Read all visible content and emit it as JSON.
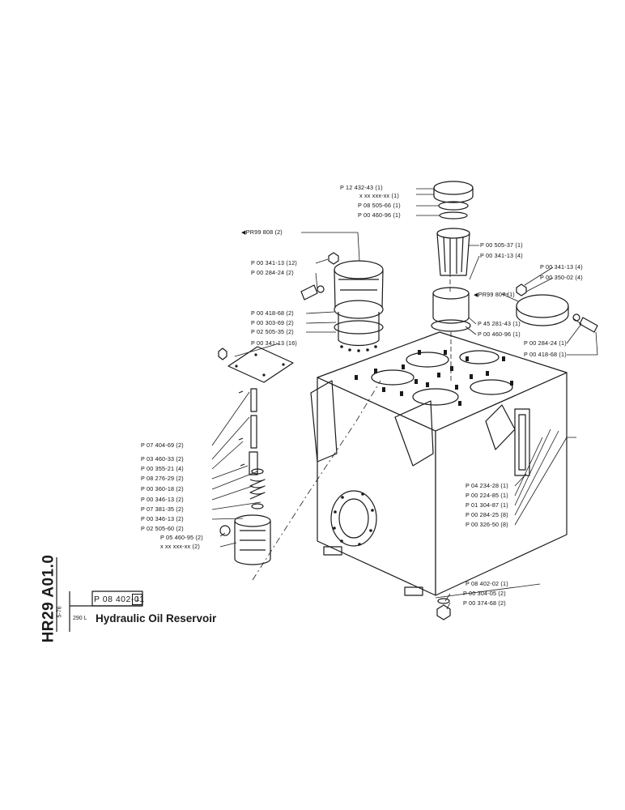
{
  "document": {
    "side_code": "HR29 A01.0",
    "date_code": "5-76",
    "part_number": "P 08 402-01",
    "volume": "290 L",
    "title": "Hydraulic Oil Reservoir"
  },
  "callouts": [
    {
      "id": "c01",
      "text": "P 12 432-43 (1)"
    },
    {
      "id": "c02",
      "text": "x xx xxx-xx (1)"
    },
    {
      "id": "c03",
      "text": "P 08 505-66 (1)"
    },
    {
      "id": "c04",
      "text": "P 00 460-96 (1)"
    },
    {
      "id": "c05",
      "text": "PR99 808 (2)"
    },
    {
      "id": "c06",
      "text": "P 00 505-37 (1)"
    },
    {
      "id": "c07",
      "text": "P 00 341-13 (4)"
    },
    {
      "id": "c08",
      "text": "P 00 341-13 (12)"
    },
    {
      "id": "c09",
      "text": "P 00 284-24 (2)"
    },
    {
      "id": "c10",
      "text": "P 00 341-13 (4)"
    },
    {
      "id": "c11",
      "text": "P 00 350-02 (4)"
    },
    {
      "id": "c12",
      "text": "PR99 807 (1)"
    },
    {
      "id": "c13",
      "text": "P 00 418-68 (2)"
    },
    {
      "id": "c14",
      "text": "P 00 303-69 (2)"
    },
    {
      "id": "c15",
      "text": "P 02 505-35 (2)"
    },
    {
      "id": "c16",
      "text": "P 45 281-43 (1)"
    },
    {
      "id": "c17",
      "text": "P 00 460-96 (1)"
    },
    {
      "id": "c18",
      "text": "P 00 341-13 (16)"
    },
    {
      "id": "c19",
      "text": "P 00 284-24 (1)"
    },
    {
      "id": "c20",
      "text": "P 00 418-68 (1)"
    },
    {
      "id": "c21",
      "text": "P 07 404-69 (2)"
    },
    {
      "id": "c22",
      "text": "P 03 460-33 (2)"
    },
    {
      "id": "c23",
      "text": "P 00 355-21 (4)"
    },
    {
      "id": "c24",
      "text": "P 08 276-29 (2)"
    },
    {
      "id": "c25",
      "text": "P 00 360-18 (2)"
    },
    {
      "id": "c26",
      "text": "P 00 346-13 (2)"
    },
    {
      "id": "c27",
      "text": "P 07 381-35 (2)"
    },
    {
      "id": "c28",
      "text": "P 00 346-13 (2)"
    },
    {
      "id": "c29",
      "text": "P 02 505-60 (2)"
    },
    {
      "id": "c30",
      "text": "P 05 460-95 (2)"
    },
    {
      "id": "c31",
      "text": "x xx xxx-xx (2)"
    },
    {
      "id": "c32",
      "text": "P 04 234-28 (1)"
    },
    {
      "id": "c33",
      "text": "P 00 224-85 (1)"
    },
    {
      "id": "c34",
      "text": "P 01 304-87 (1)"
    },
    {
      "id": "c35",
      "text": "P 00 284-25 (8)"
    },
    {
      "id": "c36",
      "text": "P 00 326-50 (8)"
    },
    {
      "id": "c37",
      "text": "P 08 402-02 (1)"
    },
    {
      "id": "c38",
      "text": "P 00 304-05 (2)"
    },
    {
      "id": "c39",
      "text": "P 00 374-68 (2)"
    }
  ]
}
